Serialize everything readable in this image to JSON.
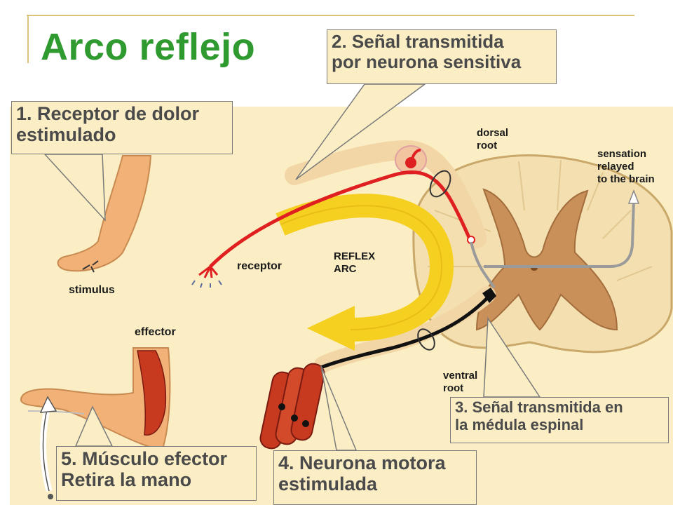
{
  "title": "Arco reflejo",
  "callouts": {
    "step1": {
      "line1": "1.   Receptor de dolor",
      "line2": "estimulado"
    },
    "step2": {
      "line1": "2.   Señal transmitida",
      "line2": "por neurona sensitiva"
    },
    "step3": {
      "line1": "3.   Señal transmitida en",
      "line2": "la médula espinal"
    },
    "step4": {
      "line1": "4.   Neurona motora",
      "line2": "estimulada"
    },
    "step5": {
      "line1": "5.   Músculo efector",
      "line2": "Retira la mano"
    }
  },
  "diagram_labels": {
    "dorsal_1": "dorsal",
    "dorsal_2": "root",
    "sensation_1": "sensation",
    "sensation_2": "relayed",
    "sensation_3": "to the brain",
    "receptor": "receptor",
    "reflex_1": "REFLEX",
    "reflex_2": "ARC",
    "stimulus": "stimulus",
    "effector": "effector",
    "ventral_1": "ventral",
    "ventral_2": "root"
  },
  "colors": {
    "title": "#2f9a2f",
    "background": "#fbeec5",
    "sensory_neuron": "#e02020",
    "motor_neuron": "#111111",
    "reflex_arrow": "#f5d020",
    "spinal_cord": "#f3dfb0",
    "skin": "#f2b277",
    "muscle": "#c83a20"
  }
}
